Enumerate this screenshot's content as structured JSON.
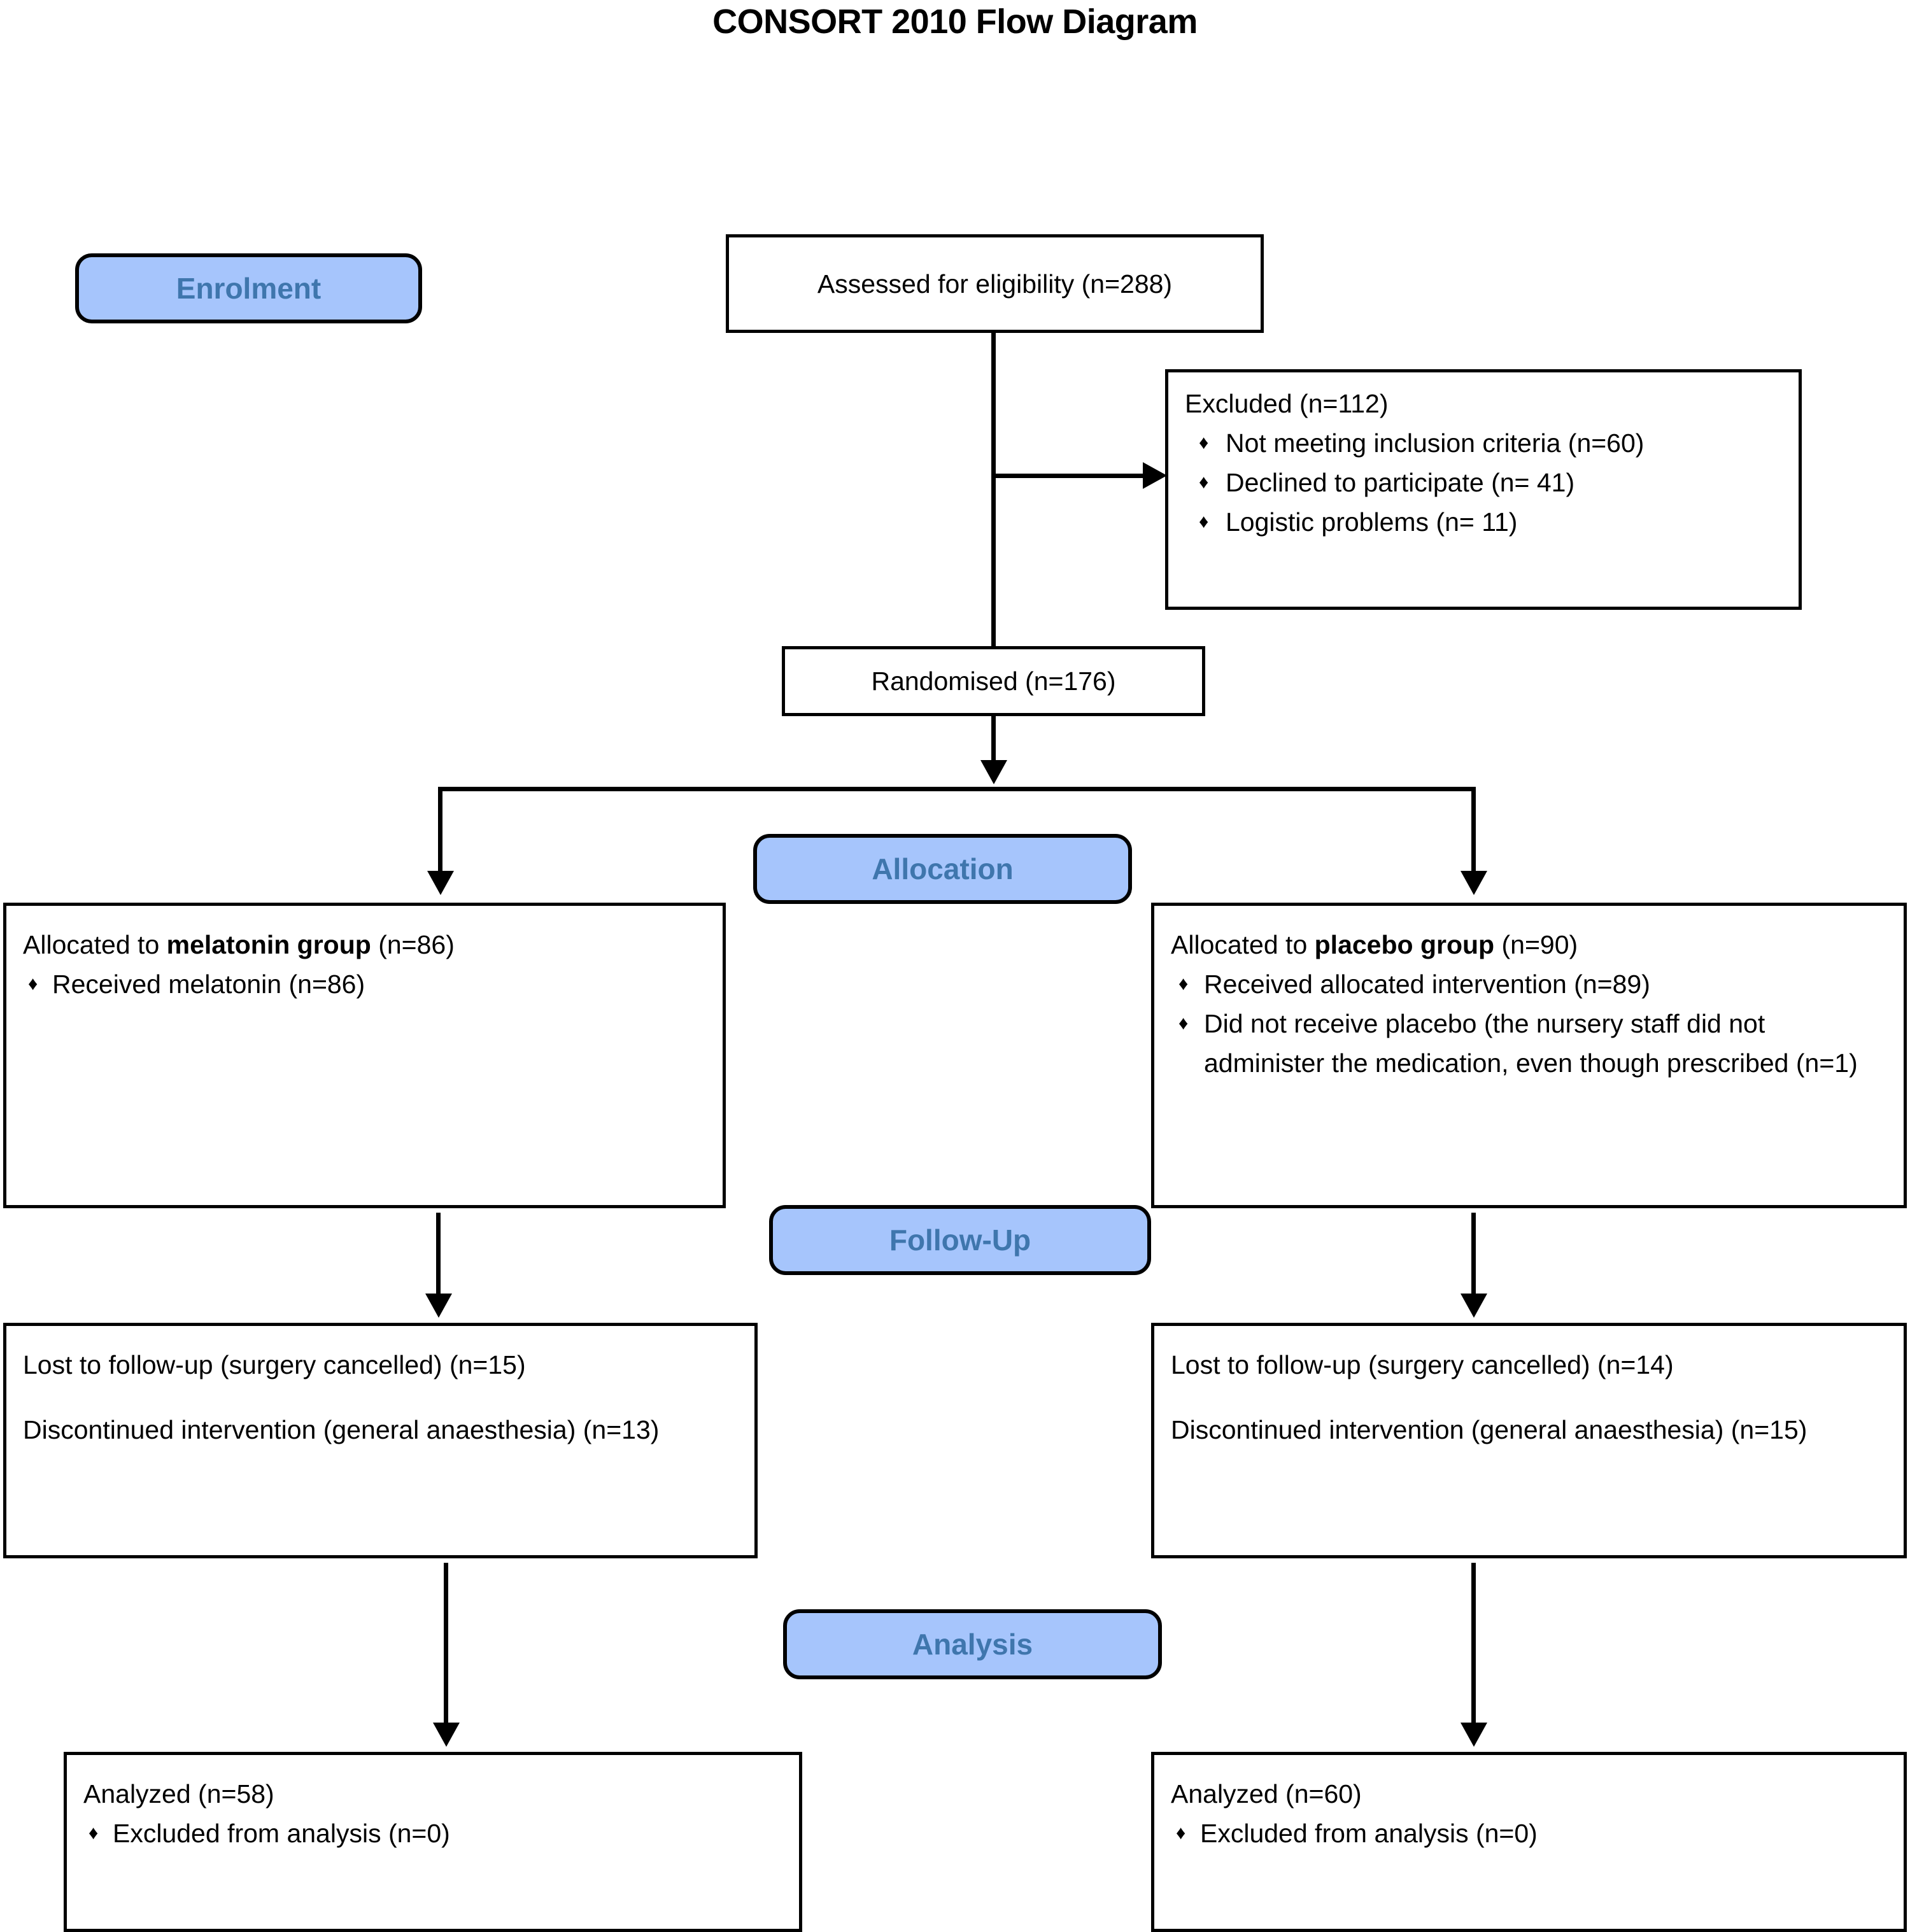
{
  "title": "CONSORT 2010 Flow Diagram",
  "stages": {
    "enrolment": "Enrolment",
    "allocation": "Allocation",
    "followup": "Follow-Up",
    "analysis": "Analysis"
  },
  "colors": {
    "badge_fill": "#a6c5fc",
    "badge_text": "#3f76ad",
    "border": "#000000",
    "background": "#ffffff"
  },
  "enrolment": {
    "assessed": "Assessed for eligibility (n=288)",
    "excluded_heading": "Excluded (n=112)",
    "excluded_items": [
      "Not meeting inclusion criteria (n=60)",
      "Declined to participate (n= 41)",
      "Logistic problems (n= 11)"
    ],
    "randomised": "Randomised (n=176)"
  },
  "allocation": {
    "left": {
      "lead_prefix": "Allocated to ",
      "lead_bold": "melatonin group",
      "lead_suffix": " (n=86)",
      "items": [
        "Received melatonin (n=86)"
      ]
    },
    "right": {
      "lead_prefix": "Allocated to ",
      "lead_bold": "placebo group",
      "lead_suffix": " (n=90)",
      "items": [
        "Received allocated intervention (n=89)",
        "Did not receive placebo (the nursery staff did not administer the medication, even though prescribed (n=1)"
      ]
    }
  },
  "followup": {
    "left": {
      "lost": "Lost to follow-up (surgery cancelled) (n=15)",
      "discontinued": "Discontinued intervention (general anaesthesia) (n=13)"
    },
    "right": {
      "lost": "Lost to follow-up (surgery cancelled) (n=14)",
      "discontinued": "Discontinued intervention (general anaesthesia) (n=15)"
    }
  },
  "analysis": {
    "left": {
      "lead": "Analyzed (n=58)",
      "items": [
        "Excluded from analysis (n=0)"
      ]
    },
    "right": {
      "lead": "Analyzed (n=60)",
      "items": [
        "Excluded from analysis (n=0)"
      ]
    }
  },
  "glyphs": {
    "bullet_diamond": "♦"
  }
}
